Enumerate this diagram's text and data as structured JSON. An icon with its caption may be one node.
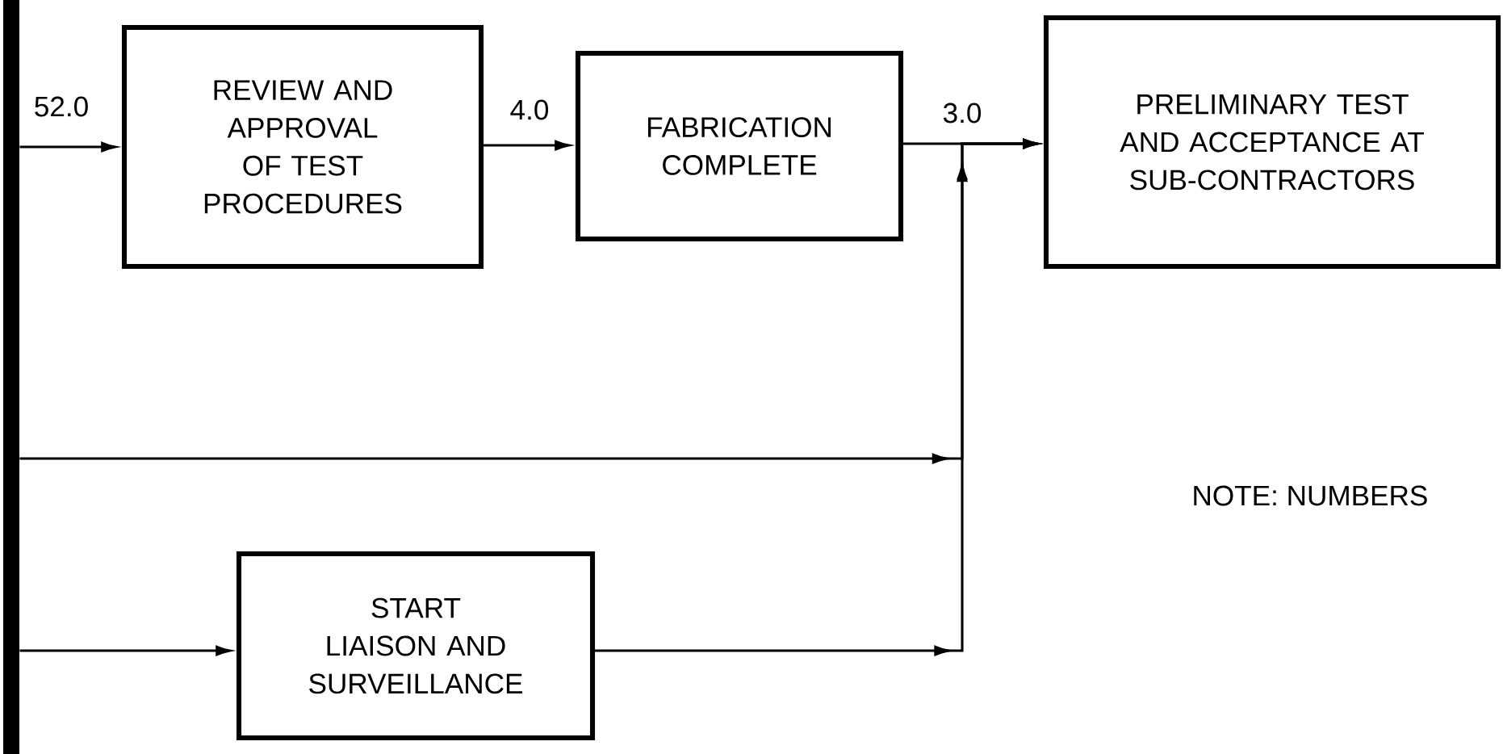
{
  "diagram": {
    "nodes": [
      {
        "text": [],
        "shape": "bar"
      },
      {
        "text": [
          "REVIEW AND APPROVAL OF TEST PROCEDURES"
        ]
      },
      {
        "text": [
          "FABRICATION COMPLETE"
        ]
      },
      {
        "text": [
          "PRELIMINARY TEST AND ACCEPTANCE AT SUB-CONTRACTORS"
        ]
      },
      {
        "text": [
          "START LIAISON AND SURVEILLANCE"
        ]
      }
    ],
    "edges": [
      {
        "from": 0,
        "to": 1,
        "arrow": "to",
        "label": "52.0"
      },
      {
        "from": 1,
        "to": 2,
        "arrow": "to",
        "label": "4.0"
      },
      {
        "from": 2,
        "to": 3,
        "arrow": "to",
        "label": "3.0"
      },
      {
        "from": 0,
        "to": 3,
        "arrow": "to"
      },
      {
        "from": 4,
        "to": 3,
        "arrow": "to"
      },
      {
        "from": 0,
        "to": 4,
        "arrow": "to"
      }
    ],
    "labels": [
      "NOTE: NUMBERS"
    ]
  }
}
